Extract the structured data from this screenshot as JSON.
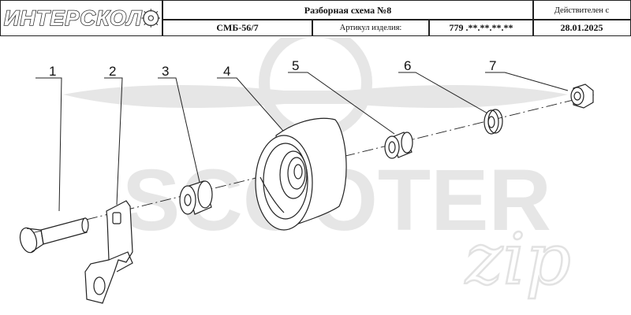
{
  "header": {
    "brand": "ИНТЕРСКОЛ",
    "scheme_title": "Разборная схема №8",
    "valid_label": "Действителен с",
    "model": "СМБ-56/7",
    "article_label": "Артикул изделия:",
    "article_value": "779 .**.**.**.**",
    "valid_date": "28.01.2025"
  },
  "parts": [
    {
      "number": "1"
    },
    {
      "number": "2"
    },
    {
      "number": "3"
    },
    {
      "number": "4"
    },
    {
      "number": "5"
    },
    {
      "number": "6"
    },
    {
      "number": "7"
    }
  ],
  "watermark": {
    "main": "SCOOTER",
    "script": "zip"
  },
  "colors": {
    "line": "#222222",
    "watermark": "#e6e6e6"
  }
}
